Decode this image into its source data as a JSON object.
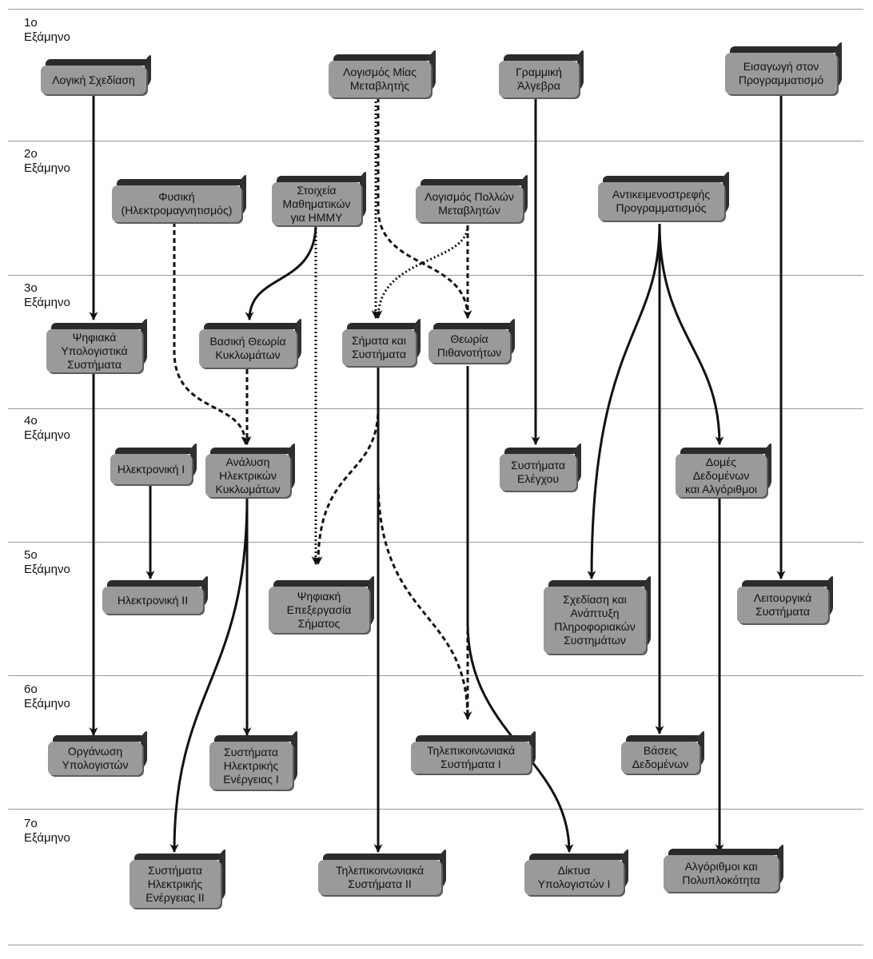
{
  "semesters": [
    {
      "num": "1ο",
      "word": "Εξάμηνο"
    },
    {
      "num": "2ο",
      "word": "Εξάμηνο"
    },
    {
      "num": "3ο",
      "word": "Εξάμηνο"
    },
    {
      "num": "4ο",
      "word": "Εξάμηνο"
    },
    {
      "num": "5ο",
      "word": "Εξάμηνο"
    },
    {
      "num": "6ο",
      "word": "Εξάμηνο"
    },
    {
      "num": "7ο",
      "word": "Εξάμηνο"
    }
  ],
  "courses": {
    "logic_design": "Λογική Σχεδίαση",
    "calc1": "Λογισμός Μίας\nΜεταβλητής",
    "linear_algebra": "Γραμμική\nΆλγεβρα",
    "intro_prog": "Εισαγωγή στον\nΠρογραμματισμό",
    "physics": "Φυσική\n(Ηλεκτρομαγνητισμός)",
    "math_elements": "Στοιχεία\nΜαθηματικών\nγια ΗΜΜΥ",
    "calc2": "Λογισμός Πολλών\nΜεταβλητών",
    "oop": "Αντικειμενοστρεφής\nΠρογραμματισμός",
    "digital_systems": "Ψηφιακά\nΥπολογιστικά\nΣυστήματα",
    "circuit_theory": "Βασική Θεωρία\nΚυκλωμάτων",
    "signals": "Σήματα και\nΣυστήματα",
    "probability": "Θεωρία\nΠιθανοτήτων",
    "electronics1": "Ηλεκτρονική Ι",
    "circuit_analysis": "Ανάλυση\nΗλεκτρικών\nΚυκλωμάτων",
    "control": "Συστήματα\nΕλέγχου",
    "data_structures": "Δομές\nΔεδομένων\nκαι Αλγόριθμοι",
    "electronics2": "Ηλεκτρονική ΙΙ",
    "dsp": "Ψηφιακή\nΕπεξεργασία\nΣήματος",
    "info_systems": "Σχεδίαση και\nΑνάπτυξη\nΠληροφοριακών\nΣυστημάτων",
    "os": "Λειτουργικά\nΣυστήματα",
    "comp_org": "Οργάνωση\nΥπολογιστών",
    "power1": "Συστήματα\nΗλεκτρικής\nΕνέργειας Ι",
    "telecom1": "Τηλεπικοινωνιακά\nΣυστήματα Ι",
    "databases": "Βάσεις\nΔεδομένων",
    "power2": "Συστήματα\nΗλεκτρικής\nΕνέργειας ΙΙ",
    "telecom2": "Τηλεπικοινωνιακά\nΣυστήματα ΙΙ",
    "networks": "Δίκτυα\nΥπολογιστών Ι",
    "algorithms": "Αλγόριθμοι και\nΠολυπλοκότητα"
  }
}
